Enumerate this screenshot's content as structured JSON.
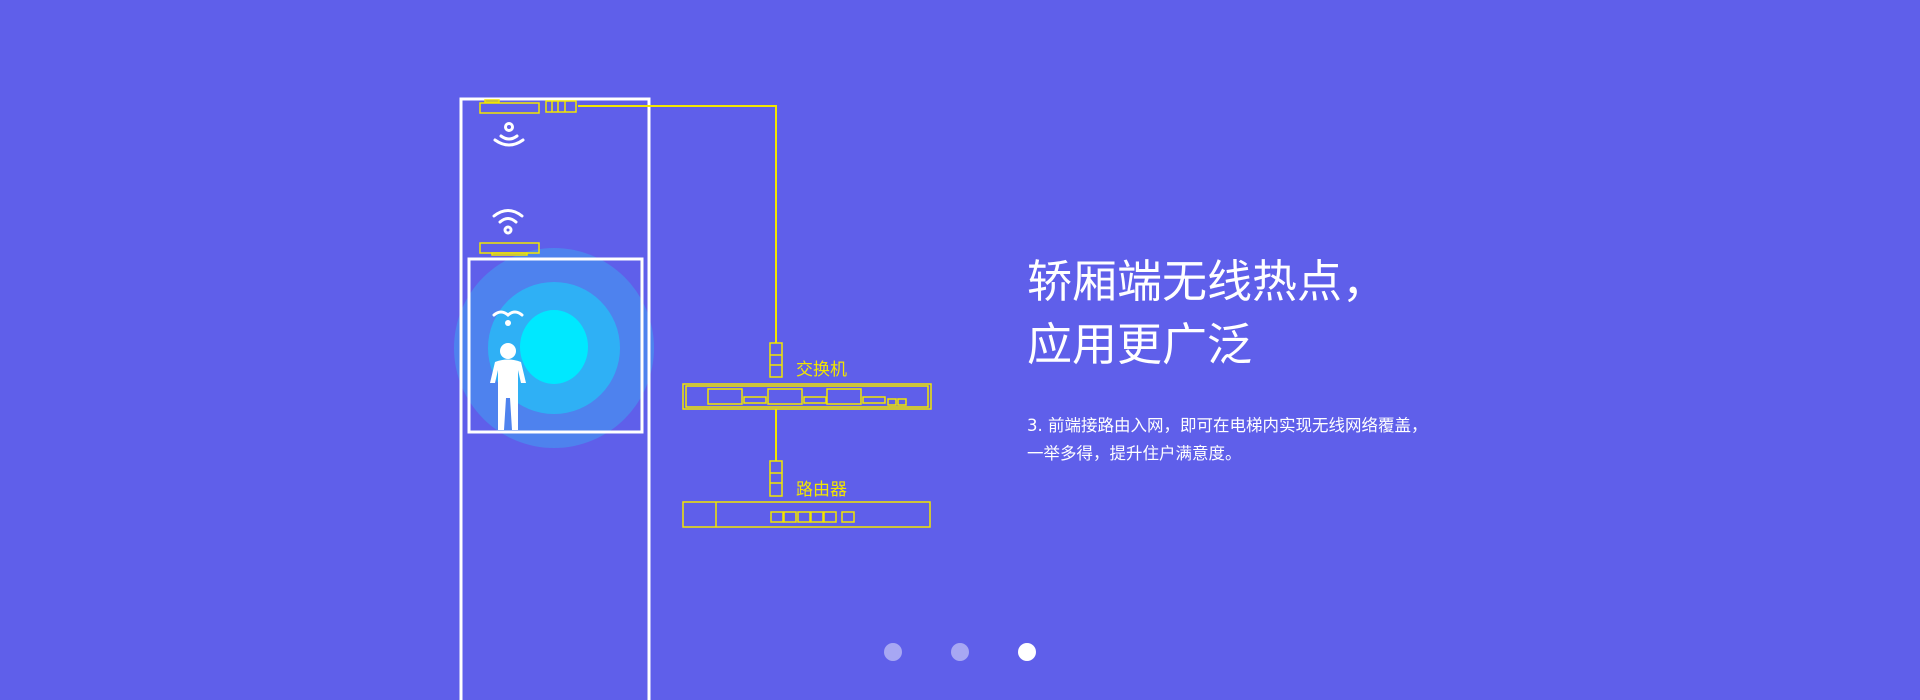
{
  "diagram": {
    "switch_label": "交换机",
    "router_label": "路由器",
    "colors": {
      "cable": "#f2e600",
      "shaft": "#ffffff",
      "signal_outer": "#4e82ee",
      "signal_mid": "#2fb0f5",
      "signal_core": "#00e8ff"
    }
  },
  "content": {
    "title_lines": [
      "轿厢端无线热点，",
      "应用更广泛"
    ],
    "description_lines": [
      "3. 前端接路由入网，即可在电梯内实现无线网络覆盖，",
      "一举多得，提升住户满意度。"
    ]
  },
  "carousel": {
    "total": 3,
    "active_index": 2
  },
  "background": "#5f5fea"
}
